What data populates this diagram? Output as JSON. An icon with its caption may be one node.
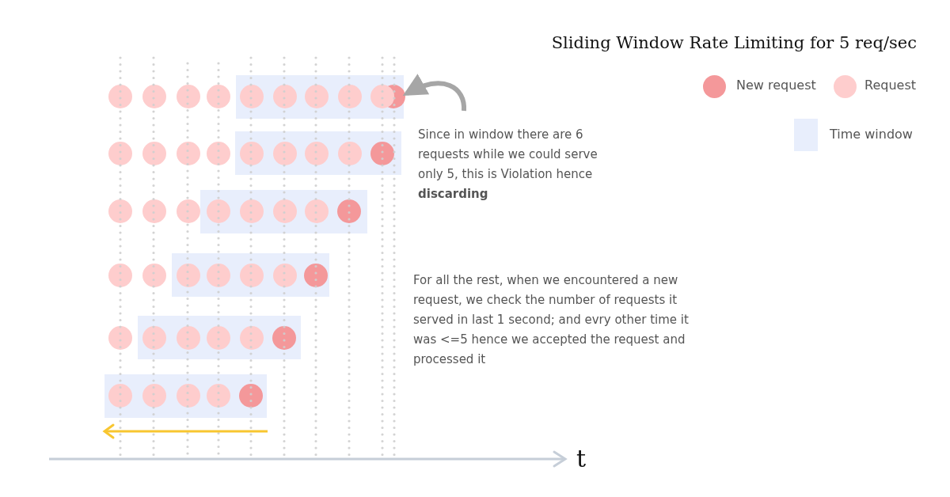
{
  "diagram": {
    "title": "Sliding Window Rate Limiting for 5 req/sec",
    "nodes": [
      {
        "text": [
          "Since in window there are 6 requests while we could serve only 5, this is Violation hence **discarding**"
        ]
      },
      {
        "text": [],
        "shape": "circle"
      },
      {
        "text": [],
        "shape": "circle"
      },
      {
        "text": [],
        "shape": "circle"
      },
      {
        "text": [],
        "shape": "circle"
      },
      {
        "text": [],
        "shape": "circle"
      },
      {
        "text": [],
        "shape": "circle"
      }
    ],
    "edges": [
      {
        "from": 0,
        "to": 1,
        "arrow": "to",
        "color": "#a6a6a6"
      }
    ],
    "labels": [
      "For all the rest, when we encountered a new request, we check the number of requests it served in last 1 second; and evry other time it was <=5 hence we accepted the request and processed it",
      "t"
    ],
    "legend": [
      {
        "text": "New request",
        "color": "#f4989a"
      },
      {
        "text": "Request",
        "color": "#fecdcd"
      },
      {
        "text": "Time window",
        "color": "#e8eefc"
      }
    ]
  }
}
